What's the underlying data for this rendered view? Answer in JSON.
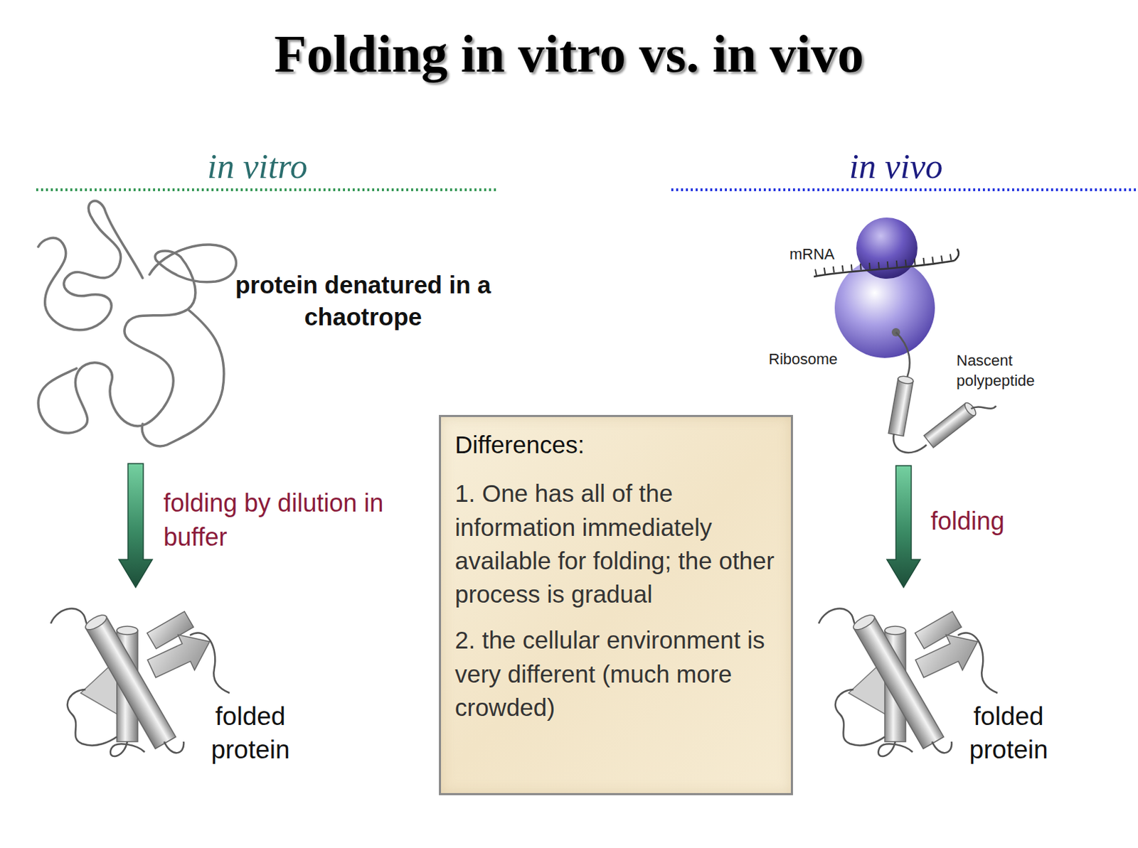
{
  "diagram": {
    "title": "Folding in vitro vs. in vivo",
    "nodes": [
      {
        "text": [
          "protein denatured in a chaotrope"
        ]
      },
      {
        "text": [
          "folded protein"
        ]
      },
      {
        "text": [
          "mRNA",
          "Ribosome",
          "Nascent polypeptide"
        ]
      },
      {
        "text": [
          "folded protein"
        ]
      },
      {
        "text": [
          "Differences:",
          "1. One has all of the information immediately available for folding; the other process is gradual",
          "2. the cellular environment is very different (much more crowded)"
        ]
      }
    ],
    "edges": [
      {
        "from": 0,
        "to": 1,
        "arrow": "to",
        "label": "folding by dilution in buffer"
      },
      {
        "from": 2,
        "to": 3,
        "arrow": "to",
        "label": "folding"
      }
    ],
    "labels": [
      "in vitro",
      "in vivo"
    ]
  }
}
